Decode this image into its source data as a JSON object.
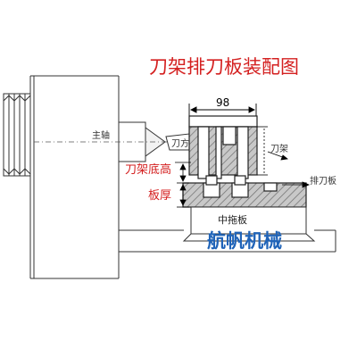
{
  "title": "刀架排刀板装配图",
  "dimension_width": "98",
  "labels": {
    "spindle": "主轴",
    "tool_a": "刀方",
    "tool_holder": "刀架",
    "tool_holder_base_height": "刀架底高",
    "plate_thickness": "板厚",
    "gang_tool_plate": "排刀板",
    "middle_slide": "中拖板"
  },
  "watermark": "航帆机械",
  "colors": {
    "accent_red": "#d42020",
    "watermark_blue": "#1f63b8",
    "hatch_gray": "#8a8a8a"
  }
}
